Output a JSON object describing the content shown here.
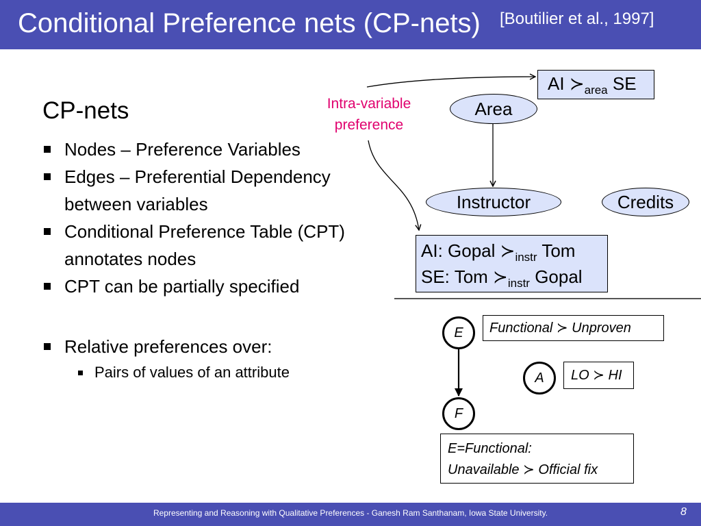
{
  "title": {
    "main": "Conditional Preference nets (CP-nets)",
    "citation": "[Boutilier et al., 1997]"
  },
  "left": {
    "heading": "CP-nets",
    "bullets": [
      "Nodes – Preference Variables",
      "Edges – Preferential Dependency between variables",
      "Conditional Preference Table (CPT) annotates nodes",
      "CPT can be partially specified",
      "Relative preferences over:"
    ],
    "sub_bullets": [
      "Pairs of values of an attribute"
    ]
  },
  "annotation": {
    "line1": "Intra-variable",
    "line2": "preference",
    "color": "#e0006e"
  },
  "graph1": {
    "nodes": {
      "area": "Area",
      "instructor": "Instructor",
      "credits": "Credits"
    },
    "area_cpt": {
      "left": "AI",
      "op": "≻",
      "sub": "area",
      "right": "SE"
    },
    "instructor_cpt": [
      {
        "cond": "AI:",
        "left": "Gopal",
        "op": "≻",
        "sub": "instr",
        "right": "Tom"
      },
      {
        "cond": "SE:",
        "left": "Tom",
        "op": "≻",
        "sub": "instr",
        "right": "Gopal"
      }
    ]
  },
  "graph2": {
    "nodes": {
      "e": "E",
      "a": "A",
      "f": "F"
    },
    "e_cpt": "Functional ≻ Unproven",
    "a_cpt": "LO ≻ HI",
    "f_cpt": {
      "line1": "E=Functional:",
      "line2": "Unavailable ≻ Official fix"
    }
  },
  "footer": {
    "text": "Representing and Reasoning with Qualitative Preferences  - Ganesh Ram Santhanam, Iowa State University.",
    "page": "8"
  },
  "colors": {
    "bar": "#4a4fb3",
    "node_fill": "#dbe3fb",
    "annotation": "#e0006e"
  }
}
